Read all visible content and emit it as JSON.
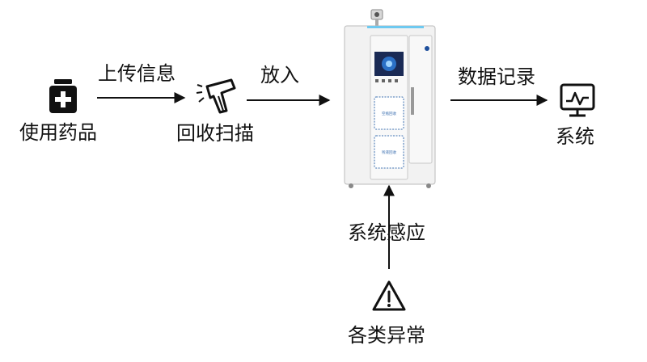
{
  "nodes": {
    "medicine": {
      "label": "使用药品",
      "icon": "medicine-bottle-icon"
    },
    "scan": {
      "label": "回收扫描",
      "icon": "barcode-scanner-icon"
    },
    "cabinet": {
      "icon": "recycling-cabinet-icon",
      "panel_labels": [
        "空瓶回收",
        "残液回收"
      ]
    },
    "system": {
      "label": "系统",
      "icon": "monitor-chart-icon"
    },
    "anomaly": {
      "label": "各类异常",
      "icon": "warning-triangle-icon"
    }
  },
  "edges": {
    "upload": "上传信息",
    "put_in": "放入",
    "record": "数据记录",
    "sensing": "系统感应"
  },
  "colors": {
    "ink": "#111111",
    "accent": "#1e90ff",
    "cabinet_body": "#f2f2f2"
  }
}
